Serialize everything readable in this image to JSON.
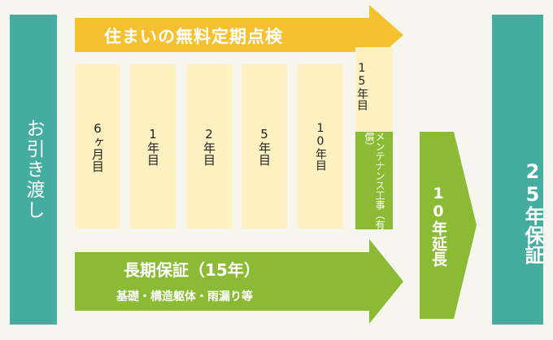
{
  "handover": {
    "label": "お引き渡し"
  },
  "free_inspection": {
    "label": "住まいの無料定期点検"
  },
  "inspections": [
    {
      "label": "6ヶ月目"
    },
    {
      "label": "1年目"
    },
    {
      "label": "2年目"
    },
    {
      "label": "5年目"
    },
    {
      "label": "10年目"
    },
    {
      "label": "15年目"
    }
  ],
  "maintenance": {
    "label": "メンテナンス工事（有償）"
  },
  "long_warranty": {
    "title": "長期保証（15年）",
    "subtitle": "基礎・構造躯体・雨漏り等"
  },
  "extension": {
    "label": "10年延長"
  },
  "warranty25": {
    "label": "25年保証"
  },
  "colors": {
    "teal": "#45ad9f",
    "yellow_arrow": "#f5c131",
    "yellow_column": "#fdf1c1",
    "green": "#8bba35",
    "background": "#f6f5ee"
  }
}
